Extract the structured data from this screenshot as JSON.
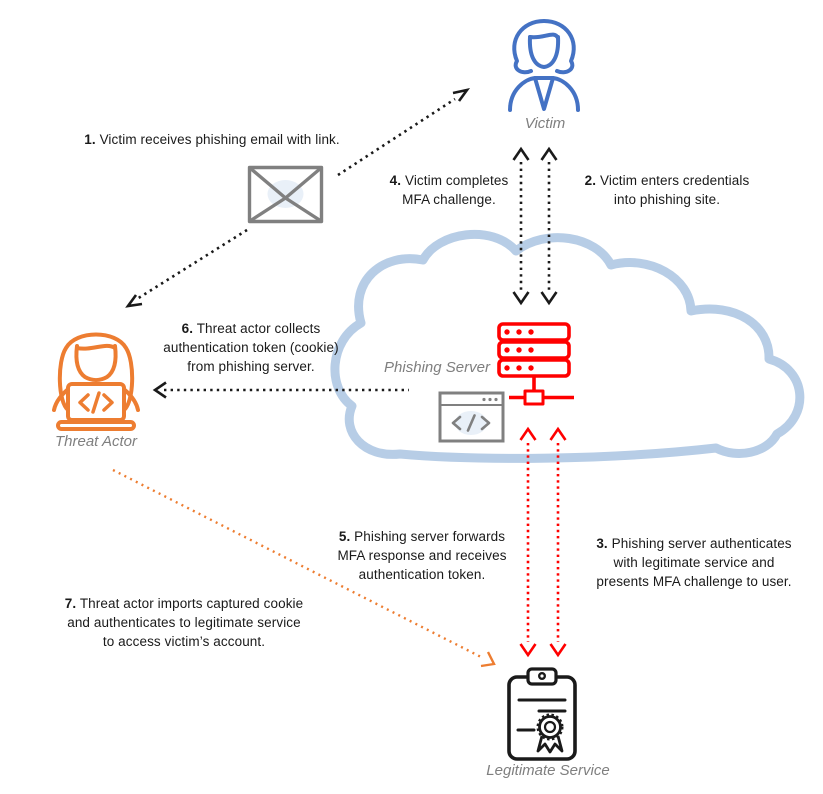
{
  "nodes": {
    "victim": {
      "label": "Victim"
    },
    "threat_actor": {
      "label": "Threat Actor"
    },
    "phishing_server": {
      "label": "Phishing Server"
    },
    "legitimate_service": {
      "label": "Legitimate Service"
    }
  },
  "steps": [
    {
      "num": "1.",
      "text": "Victim receives phishing email with link."
    },
    {
      "num": "2.",
      "text": "Victim enters credentials\ninto phishing site."
    },
    {
      "num": "3.",
      "text": "Phishing server authenticates\nwith legitimate service and\npresents MFA challenge to user."
    },
    {
      "num": "4.",
      "text": "Victim completes\nMFA challenge."
    },
    {
      "num": "5.",
      "text": "Phishing server forwards\nMFA response and receives\nauthentication token."
    },
    {
      "num": "6.",
      "text": "Threat actor collects\nauthentication token (cookie)\nfrom phishing server."
    },
    {
      "num": "7.",
      "text": "Threat actor imports captured cookie\nand authenticates to legitimate service\nto access victim’s account."
    }
  ],
  "icons": {
    "victim": "person-icon",
    "email": "envelope-icon",
    "threat_actor": "hacker-at-laptop-icon",
    "phishing_server": "server-stack-icon",
    "code_window": "code-window-icon",
    "legitimate_service": "certificate-clipboard-icon",
    "cloud": "cloud-shape"
  },
  "colors": {
    "victim_blue": "#4472C4",
    "threat_actor_orange": "#ED7D31",
    "server_red": "#FF0000",
    "cloud_blue": "#B7CDE6",
    "neutral_gray": "#808080",
    "label_gray": "#7F7F7F",
    "text_black": "#1A1A1A",
    "light_blue_fill": "#E9F0F8"
  }
}
